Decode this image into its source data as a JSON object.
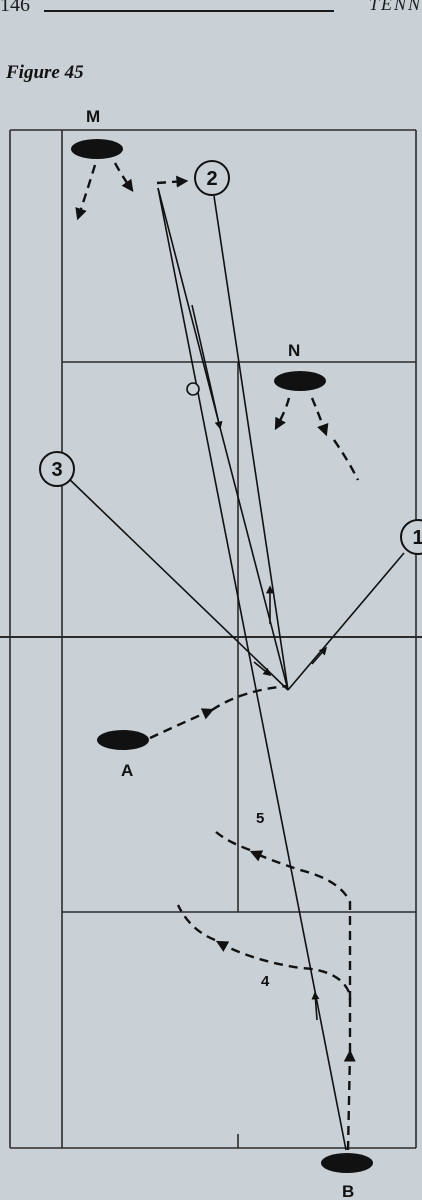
{
  "header": {
    "page_number": "146",
    "running_head": "TENN"
  },
  "figure": {
    "title": "Figure 45"
  },
  "players": {
    "M": "M",
    "N": "N",
    "A": "A",
    "B": "B"
  },
  "targets": {
    "one": "1",
    "two": "2",
    "three": "3"
  },
  "shots": {
    "four": "4",
    "five": "5"
  },
  "colors": {
    "ink": "#111111",
    "court_lines": "#2b2b2b",
    "paper": "#c9d1d6"
  }
}
